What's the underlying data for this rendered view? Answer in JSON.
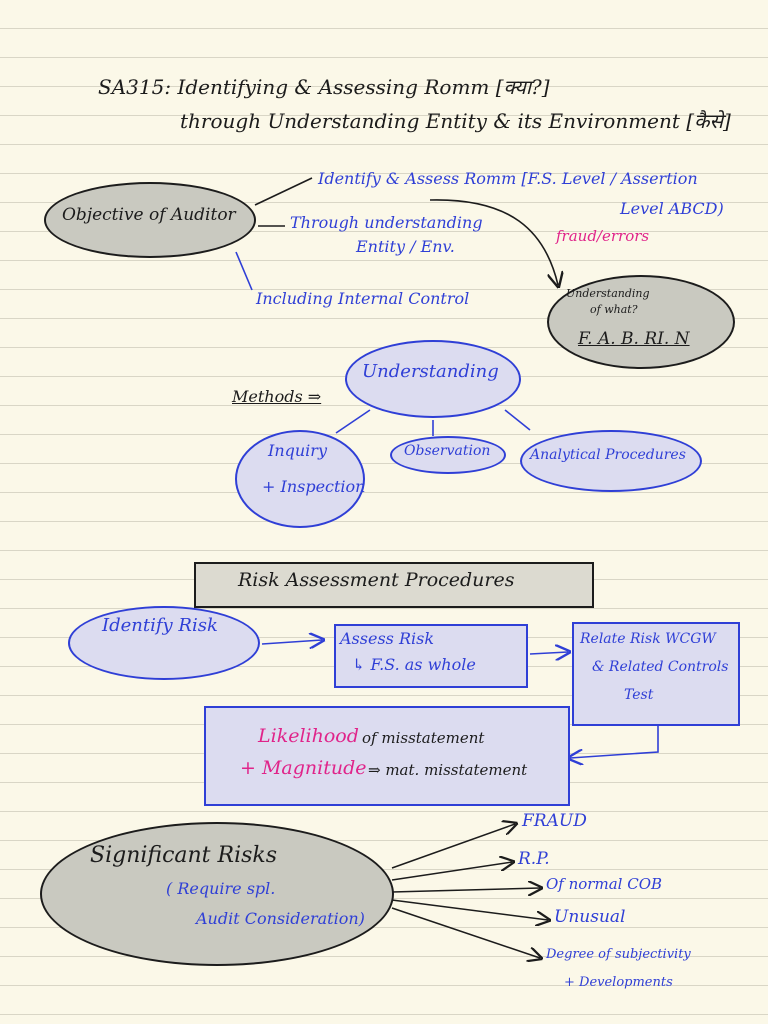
{
  "title": {
    "line1": "SA315: Identifying & Assessing Romm [क्या?]",
    "line2": "through Understanding Entity & its Environment [कैसे]"
  },
  "objective": {
    "oval_label": "Objective of Auditor",
    "branch1_a": "Identify & Assess Romm [F.S. Level / Assertion",
    "branch1_b": "Level ABCD)",
    "branch2_a": "Through understanding",
    "branch2_b": "Entity / Env.",
    "branch3": "Including Internal Control",
    "note": "fraud/errors"
  },
  "understanding_what": {
    "question_a": "Understanding",
    "question_b": "of what?",
    "letters": "F. A. B. RI. N"
  },
  "methods": {
    "label": "Methods ⇒",
    "center": "Understanding",
    "m1_a": "Inquiry",
    "m1_b": "+ Inspection",
    "m2": "Observation",
    "m3": "Analytical Procedures"
  },
  "rap": {
    "banner": "Risk Assessment Procedures",
    "identify": "Identify Risk",
    "assess_a": "Assess Risk",
    "assess_b": "↳ F.S. as whole",
    "relate_a": "Relate Risk WCGW",
    "relate_b": "& Related Controls",
    "relate_c": "Test",
    "likelihood": "Likelihood",
    "of_misstatement": "of misstatement",
    "magnitude": "+ Magnitude",
    "mat_misstatement": "⇒ mat. misstatement"
  },
  "significant": {
    "title": "Significant Risks",
    "sub_a": "( Require spl.",
    "sub_b": "Audit Consideration)",
    "items": [
      "FRAUD",
      "R.P.",
      "Of normal COB",
      "Unusual",
      "Degree of subjectivity",
      "+ Developments"
    ]
  },
  "colors": {
    "ink_black": "#1c1c1c",
    "ink_blue": "#2f3fd6",
    "ink_pink": "#e0248a",
    "paper": "#fbf8e8"
  }
}
